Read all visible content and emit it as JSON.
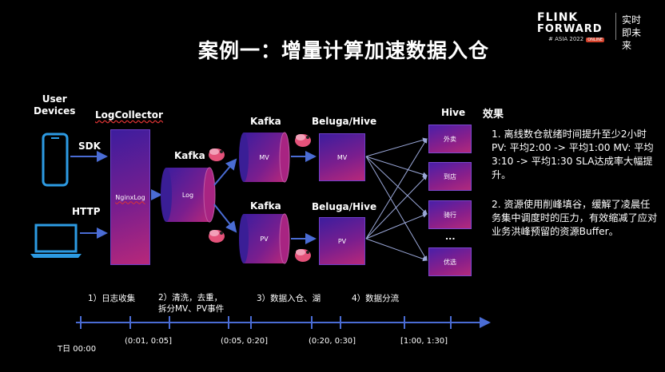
{
  "title": "案例一：增量计算加速数据入仓",
  "logo": {
    "line1": "FLINK",
    "line2": "FORWARD",
    "line3": "# ASIA 2022",
    "badge": "ONLINE",
    "slogan": "实时即未来"
  },
  "sources": {
    "user_devices": "User\nDevices",
    "sdk": "SDK",
    "http": "HTTP"
  },
  "log_collector": {
    "title": "LogCollector",
    "box": "NginxLog"
  },
  "kafka_main": {
    "title": "Kafka",
    "box": "Log"
  },
  "kafka_mv": {
    "title": "Kafka",
    "box": "MV"
  },
  "kafka_pv": {
    "title": "Kafka",
    "box": "PV"
  },
  "beluga_mv": {
    "title": "Beluga/Hive",
    "box": "MV"
  },
  "beluga_pv": {
    "title": "Beluga/Hive",
    "box": "PV"
  },
  "hive": {
    "title": "Hive",
    "items": [
      "外卖",
      "到店",
      "骑行",
      "...",
      "优选"
    ]
  },
  "effects": {
    "title": "效果",
    "item1": "1. 离线数仓就绪时间提升至少2小时PV: 平均2:00 -> 平均1:00 MV: 平均3:10 -> 平均1:30 SLA达成率大幅提升。",
    "item2": "2. 资源使用削峰填谷，缓解了凌晨任务集中调度时的压力，有效缩减了应对业务洪峰预留的资源Buffer。"
  },
  "steps": [
    "1）日志收集",
    "2）清洗，去重，\n拆分MV、PV事件",
    "3）数据入仓、湖",
    "4）数据分流"
  ],
  "timeline": [
    "T日 00:00",
    "(0:01, 0:05]",
    "(0:05, 0:20]",
    "(0:20, 0:30]",
    "[1:00, 1:30]"
  ],
  "colors": {
    "accent_purple": "#3d1d9e",
    "accent_magenta": "#b8287a",
    "timeline_blue": "#4a6cd4"
  }
}
